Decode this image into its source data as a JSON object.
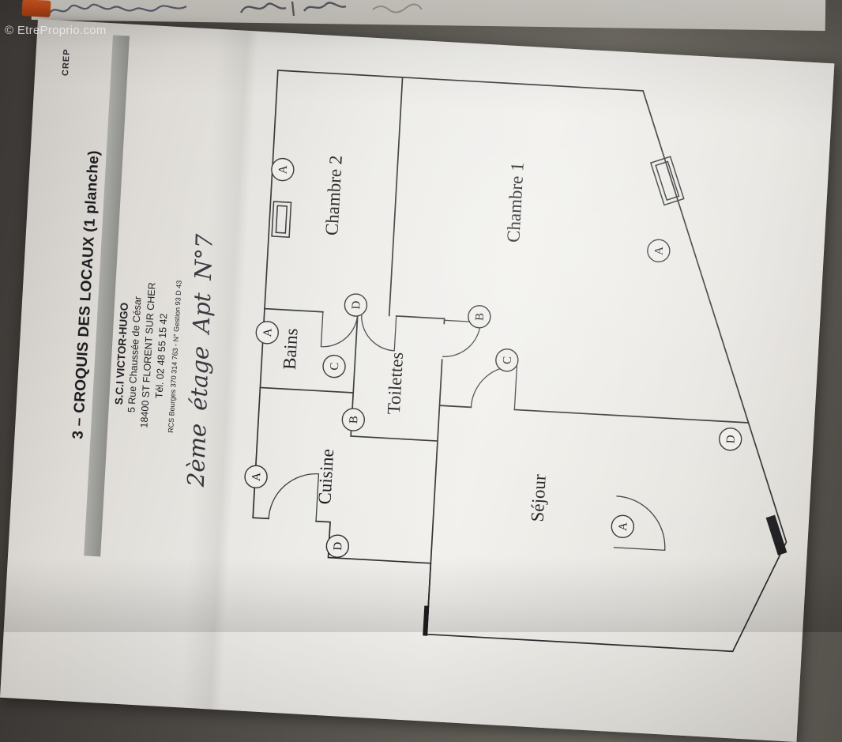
{
  "watermark": "© EtreProprio.com",
  "page": {
    "corner_tag": "CREP",
    "title": "3 – CROQUIS DES LOCAUX (1 planche)",
    "company": {
      "name": "S.C.I VICTOR-HUGO",
      "address_line1": "5 Rue Chaussée de César",
      "address_line2": "18400 ST FLORENT SUR CHER",
      "phone": "Tél. 02 48 55 15 42",
      "registration": "RCS Bourges 370 314 763 - N° Gestion 93 D 43"
    },
    "handwritten_note": "2ème étage Apt N°7",
    "plan": {
      "rooms": [
        {
          "name": "Chambre 2"
        },
        {
          "name": "Chambre 1"
        },
        {
          "name": "Bains"
        },
        {
          "name": "Toilettes"
        },
        {
          "name": "Cuisine"
        },
        {
          "name": "Séjour"
        }
      ],
      "markers": [
        {
          "letter": "A"
        },
        {
          "letter": "A"
        },
        {
          "letter": "A"
        },
        {
          "letter": "A"
        },
        {
          "letter": "A"
        },
        {
          "letter": "B"
        },
        {
          "letter": "B"
        },
        {
          "letter": "C"
        },
        {
          "letter": "C"
        },
        {
          "letter": "D"
        },
        {
          "letter": "D"
        },
        {
          "letter": "D"
        }
      ]
    }
  }
}
